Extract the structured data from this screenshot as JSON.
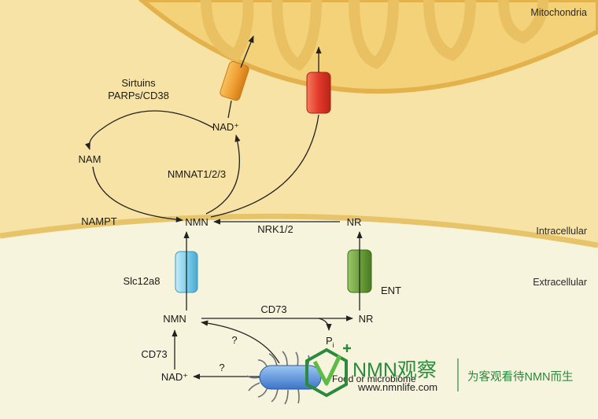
{
  "regions": {
    "mitochondria": "Mitochondria",
    "intracellular": "Intracellular",
    "extracellular": "Extracellular"
  },
  "labels": {
    "sirtuins": "Sirtuins",
    "parps_cd38": "PARPs/CD38",
    "nad_plus_top": "NAD⁺",
    "nam": "NAM",
    "nmnat": "NMNAT1/2/3",
    "nampt": "NAMPT",
    "nmn_intra": "NMN",
    "nrk": "NRK1/2",
    "nr_intra": "NR",
    "slc12a8": "Slc12a8",
    "ent": "ENT",
    "nmn_extra": "NMN",
    "cd73_top": "CD73",
    "nr_extra": "NR",
    "pi": "P",
    "pi_sub": "i",
    "question_1": "?",
    "question_2": "?",
    "cd73_left": "CD73",
    "nad_plus_bottom": "NAD⁺",
    "food_microbiome": "Food or microbiome"
  },
  "watermark": {
    "brand": "NMN观察",
    "url": "www.nmnlife.com",
    "slogan": "为客观看待NMN而生"
  },
  "colors": {
    "mitochondria_fill": "#f4d27a",
    "mitochondria_edge": "#e3b24c",
    "cytoplasm_fill": "#f8e3a6",
    "extracellular_fill": "#f6f4dc",
    "transporter_orange": "#f0a035",
    "transporter_red": "#e23a2a",
    "transporter_blue": "#7fd0ec",
    "transporter_green": "#6ea23c",
    "brand_green": "#2b8a3e"
  }
}
